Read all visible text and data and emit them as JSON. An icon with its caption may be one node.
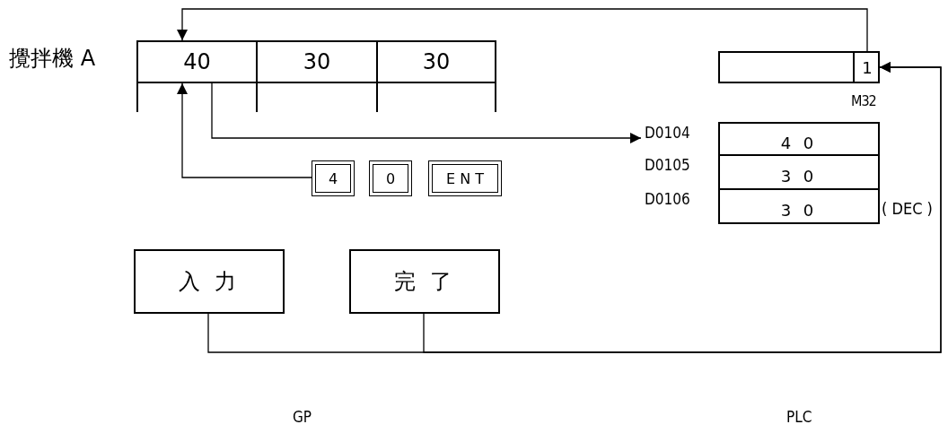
{
  "diagram": {
    "nodes": [
      {
        "text": [
          "攪拌機 A"
        ]
      },
      {
        "text": [
          "40"
        ],
        "in": 0
      },
      {
        "text": [
          "30"
        ],
        "in": 0
      },
      {
        "text": [
          "30"
        ],
        "in": 0
      },
      {
        "text": [
          "4"
        ]
      },
      {
        "text": [
          "0"
        ]
      },
      {
        "text": [
          "E N T"
        ]
      },
      {
        "text": [
          "1"
        ],
        "beside": [
          "M32"
        ]
      },
      {
        "text": [
          "4 0"
        ],
        "beside": [
          "D0104"
        ]
      },
      {
        "text": [
          "3 0"
        ],
        "beside": [
          "D0105"
        ]
      },
      {
        "text": [
          "3 0"
        ],
        "beside": [
          "D0106"
        ]
      },
      {
        "text": [
          "入 力"
        ]
      },
      {
        "text": [
          "完 了"
        ]
      }
    ],
    "edges": [
      {
        "from": 7,
        "to": 1,
        "arrow": "to"
      },
      {
        "from": 1,
        "to": 8,
        "arrow": "to"
      },
      {
        "from": 4,
        "to": 1,
        "arrow": "to"
      },
      {
        "from": 11,
        "to": 7,
        "arrow": "to"
      },
      {
        "from": 12,
        "to": 7,
        "arrow": "to"
      }
    ],
    "labels": [
      "( DEC )",
      "GP",
      "PLC"
    ]
  }
}
